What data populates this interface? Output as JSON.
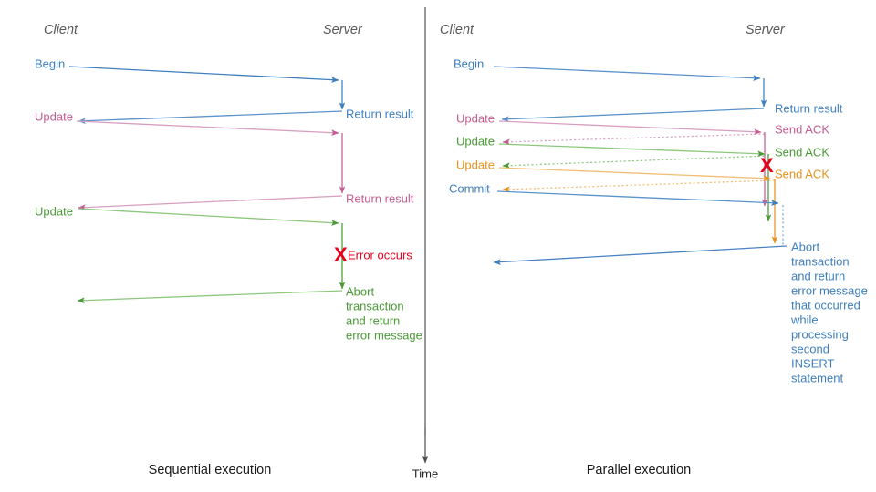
{
  "colors": {
    "blue": "#3f7fbf",
    "blue_light": "#7aa9d8",
    "pink": "#c45d93",
    "pink_light": "#d79ec0",
    "green": "#4a9a36",
    "green_light": "#8dc77c",
    "orange": "#e8921f",
    "orange_light": "#f2bd72",
    "red": "#e8001c",
    "actor_gray": "#595959",
    "caption_black": "#1a1a1a",
    "divider": "#404040"
  },
  "panels": {
    "left": {
      "caption": "Sequential execution",
      "actor_client": "Client",
      "actor_server": "Server",
      "messages": [
        {
          "label": "Begin",
          "color_key": "blue"
        },
        {
          "label": "Return result",
          "color_key": "blue"
        },
        {
          "label": "Update",
          "color_key": "pink"
        },
        {
          "label": "Return result",
          "color_key": "pink"
        },
        {
          "label": "Update",
          "color_key": "green"
        },
        {
          "label": "Error occurs",
          "color_key": "red"
        },
        {
          "label": "Abort",
          "color_key": "green"
        },
        {
          "label": "transaction",
          "color_key": "green"
        },
        {
          "label": "and return",
          "color_key": "green"
        },
        {
          "label": "error message",
          "color_key": "green"
        }
      ],
      "error_mark": "X"
    },
    "right": {
      "caption": "Parallel execution",
      "actor_client": "Client",
      "actor_server": "Server",
      "messages": [
        {
          "label": "Begin",
          "color_key": "blue"
        },
        {
          "label": "Return result",
          "color_key": "blue"
        },
        {
          "label": "Update",
          "color_key": "pink"
        },
        {
          "label": "Send ACK",
          "color_key": "pink"
        },
        {
          "label": "Update",
          "color_key": "green"
        },
        {
          "label": "Send ACK",
          "color_key": "green"
        },
        {
          "label": "Update",
          "color_key": "orange"
        },
        {
          "label": "Send ACK",
          "color_key": "orange"
        },
        {
          "label": "Commit",
          "color_key": "blue"
        },
        {
          "label": "Abort",
          "color_key": "blue"
        },
        {
          "label": "transaction",
          "color_key": "blue"
        },
        {
          "label": "and return",
          "color_key": "blue"
        },
        {
          "label": "error message",
          "color_key": "blue"
        },
        {
          "label": "that occurred",
          "color_key": "blue"
        },
        {
          "label": "while",
          "color_key": "blue"
        },
        {
          "label": "processing",
          "color_key": "blue"
        },
        {
          "label": "second",
          "color_key": "blue"
        },
        {
          "label": "INSERT",
          "color_key": "blue"
        },
        {
          "label": "statement",
          "color_key": "blue"
        }
      ],
      "error_mark": "X"
    }
  },
  "time_axis": {
    "label": "Time"
  },
  "left_labels": {
    "begin": "Begin",
    "update1": "Update",
    "update2": "Update",
    "return1": "Return result",
    "return2": "Return result",
    "error": "Error occurs",
    "xmark": "X",
    "abort_l1": "Abort",
    "abort_l2": "transaction",
    "abort_l3": "and return",
    "abort_l4": "error message",
    "caption": "Sequential execution",
    "client": "Client",
    "server": "Server"
  },
  "right_labels": {
    "begin": "Begin",
    "update1": "Update",
    "update2": "Update",
    "update3": "Update",
    "commit": "Commit",
    "return_result": "Return result",
    "ack1": "Send ACK",
    "ack2": "Send ACK",
    "ack3": "Send ACK",
    "xmark": "X",
    "abort_l1": "Abort",
    "abort_l2": "transaction",
    "abort_l3": "and return",
    "abort_l4": "error message",
    "abort_l5": "that occurred",
    "abort_l6": "while",
    "abort_l7": "processing",
    "abort_l8": "second",
    "abort_l9": "INSERT",
    "abort_l10": "statement",
    "caption": "Parallel execution",
    "client": "Client",
    "server": "Server"
  }
}
